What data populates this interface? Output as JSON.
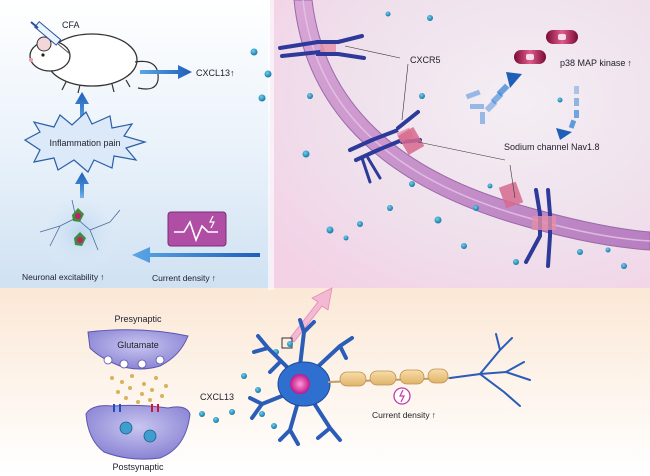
{
  "labels": {
    "cfa": "CFA",
    "cxcl13_top": "CXCL13",
    "inflammation_pain": "Inflammation pain",
    "neuronal_excitability": "Neuronal excitability",
    "current_density_left": "Current density",
    "cxcr5": "CXCR5",
    "p38": "p38 MAP kinase",
    "sodium_channel": "Sodium channel Nav1.8",
    "presynaptic": "Presynaptic",
    "glutamate": "Glutamate",
    "postsynaptic": "Postsynaptic",
    "cxcl13_bottom": "CXCL13",
    "current_density_bottom": "Current density",
    "up_arrow": "↑"
  },
  "colors": {
    "arrow_blue": "#1f78c8",
    "membrane": "#c48fc8",
    "receptor": "#2d3a9a",
    "kinase": "#a3124a",
    "neuron": "#2f6fd0",
    "dot": "#2a9ac9"
  }
}
